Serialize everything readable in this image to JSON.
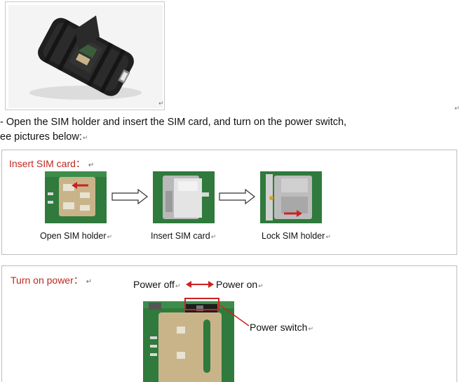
{
  "intro": {
    "line1": "- Open the SIM holder and insert the SIM card, and turn on the power switch,",
    "line2": "ee pictures below:"
  },
  "insert_section": {
    "title": "Insert SIM card：",
    "steps": [
      {
        "caption": "Open SIM holder"
      },
      {
        "caption": "Insert SIM card"
      },
      {
        "caption": "Lock SIM holder"
      }
    ]
  },
  "power_section": {
    "title": "Turn on power：",
    "power_off_label": "Power off",
    "power_on_label": "Power on",
    "power_switch_label": "Power switch"
  },
  "marks": {
    "return_mark": "↵"
  },
  "colors": {
    "title_red": "#c0281e",
    "arrow_red": "#cc2222",
    "pcb_green": "#2f7a3c",
    "holder_gold": "#c9b48a",
    "device_black": "#1f1f1f"
  },
  "icons": [
    "device-photo",
    "sim-holder-photo",
    "hollow-right-arrow-icon",
    "double-red-arrow-icon"
  ]
}
